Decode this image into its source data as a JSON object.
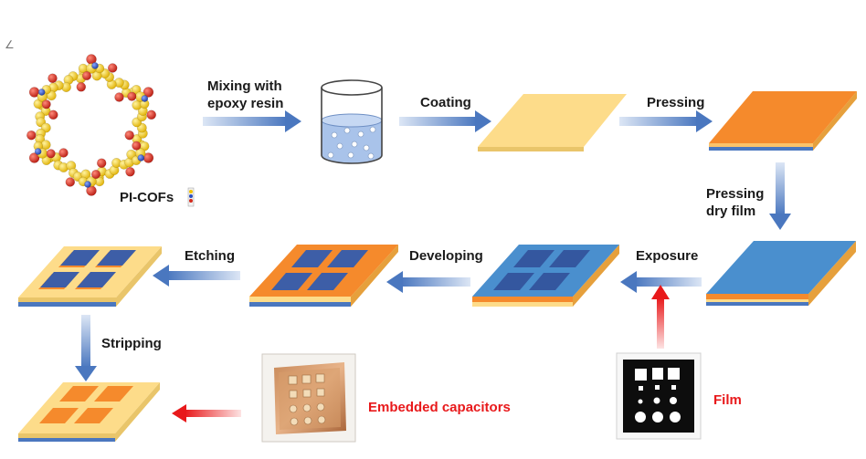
{
  "corner_mark": "∠",
  "molecule": {
    "label": "PI-COFs"
  },
  "steps": {
    "mixing_line1": "Mixing with",
    "mixing_line2": "epoxy resin",
    "coating": "Coating",
    "pressing": "Pressing",
    "pressing_dry_line1": "Pressing",
    "pressing_dry_line2": "dry film",
    "exposure": "Exposure",
    "developing": "Developing",
    "etching": "Etching",
    "stripping": "Stripping"
  },
  "outputs": {
    "embedded_capacitors": "Embedded capacitors",
    "film": "Film"
  },
  "colors": {
    "blue_arrow": "#4a77bf",
    "red_arrow": "#e8191b",
    "coating_yellow": "#fddc8a",
    "copper_orange": "#f58a2c",
    "dry_film_blue": "#4a8fce",
    "pad_blue": "#3d5ea7",
    "pad_orange": "#f58a2c",
    "atom_yellow": "#f2c200",
    "atom_red": "#d42a1c",
    "atom_blue": "#2a4fc0"
  }
}
